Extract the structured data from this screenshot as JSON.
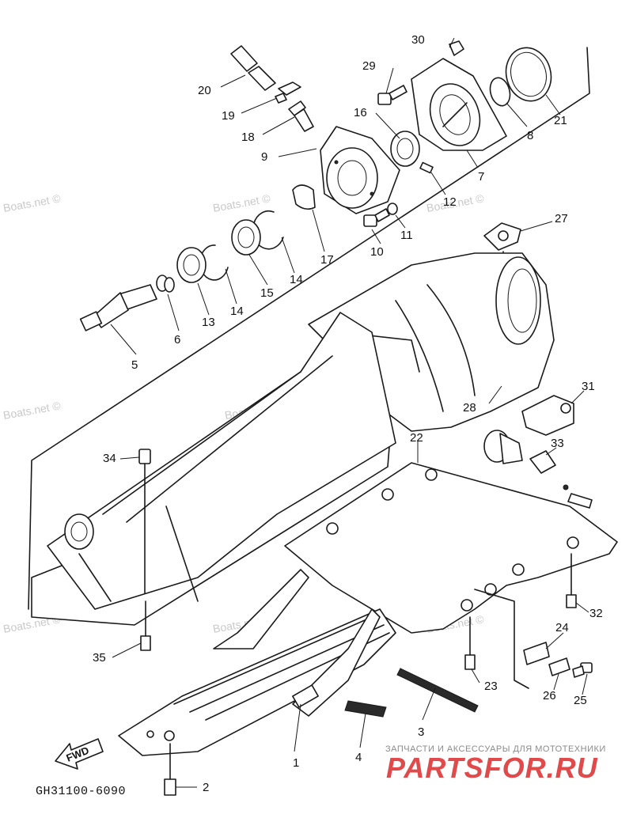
{
  "diagram": {
    "callouts": [
      "1",
      "2",
      "3",
      "4",
      "5",
      "6",
      "7",
      "8",
      "9",
      "10",
      "11",
      "12",
      "13",
      "14",
      "14",
      "15",
      "16",
      "17",
      "18",
      "19",
      "20",
      "21",
      "22",
      "23",
      "24",
      "25",
      "26",
      "27",
      "28",
      "29",
      "30",
      "31",
      "32",
      "33",
      "34",
      "35"
    ],
    "drawing_code": "GH31100-6090",
    "fwd_label": "FWD",
    "watermark": "Boats.net ©"
  },
  "brand": {
    "tagline": "ЗАПЧАСТИ И АКСЕССУАРЫ ДЛЯ МОТОТЕХНИКИ",
    "logo_text": "PARTSFOR.RU",
    "logo_color": "#e14a4a"
  }
}
